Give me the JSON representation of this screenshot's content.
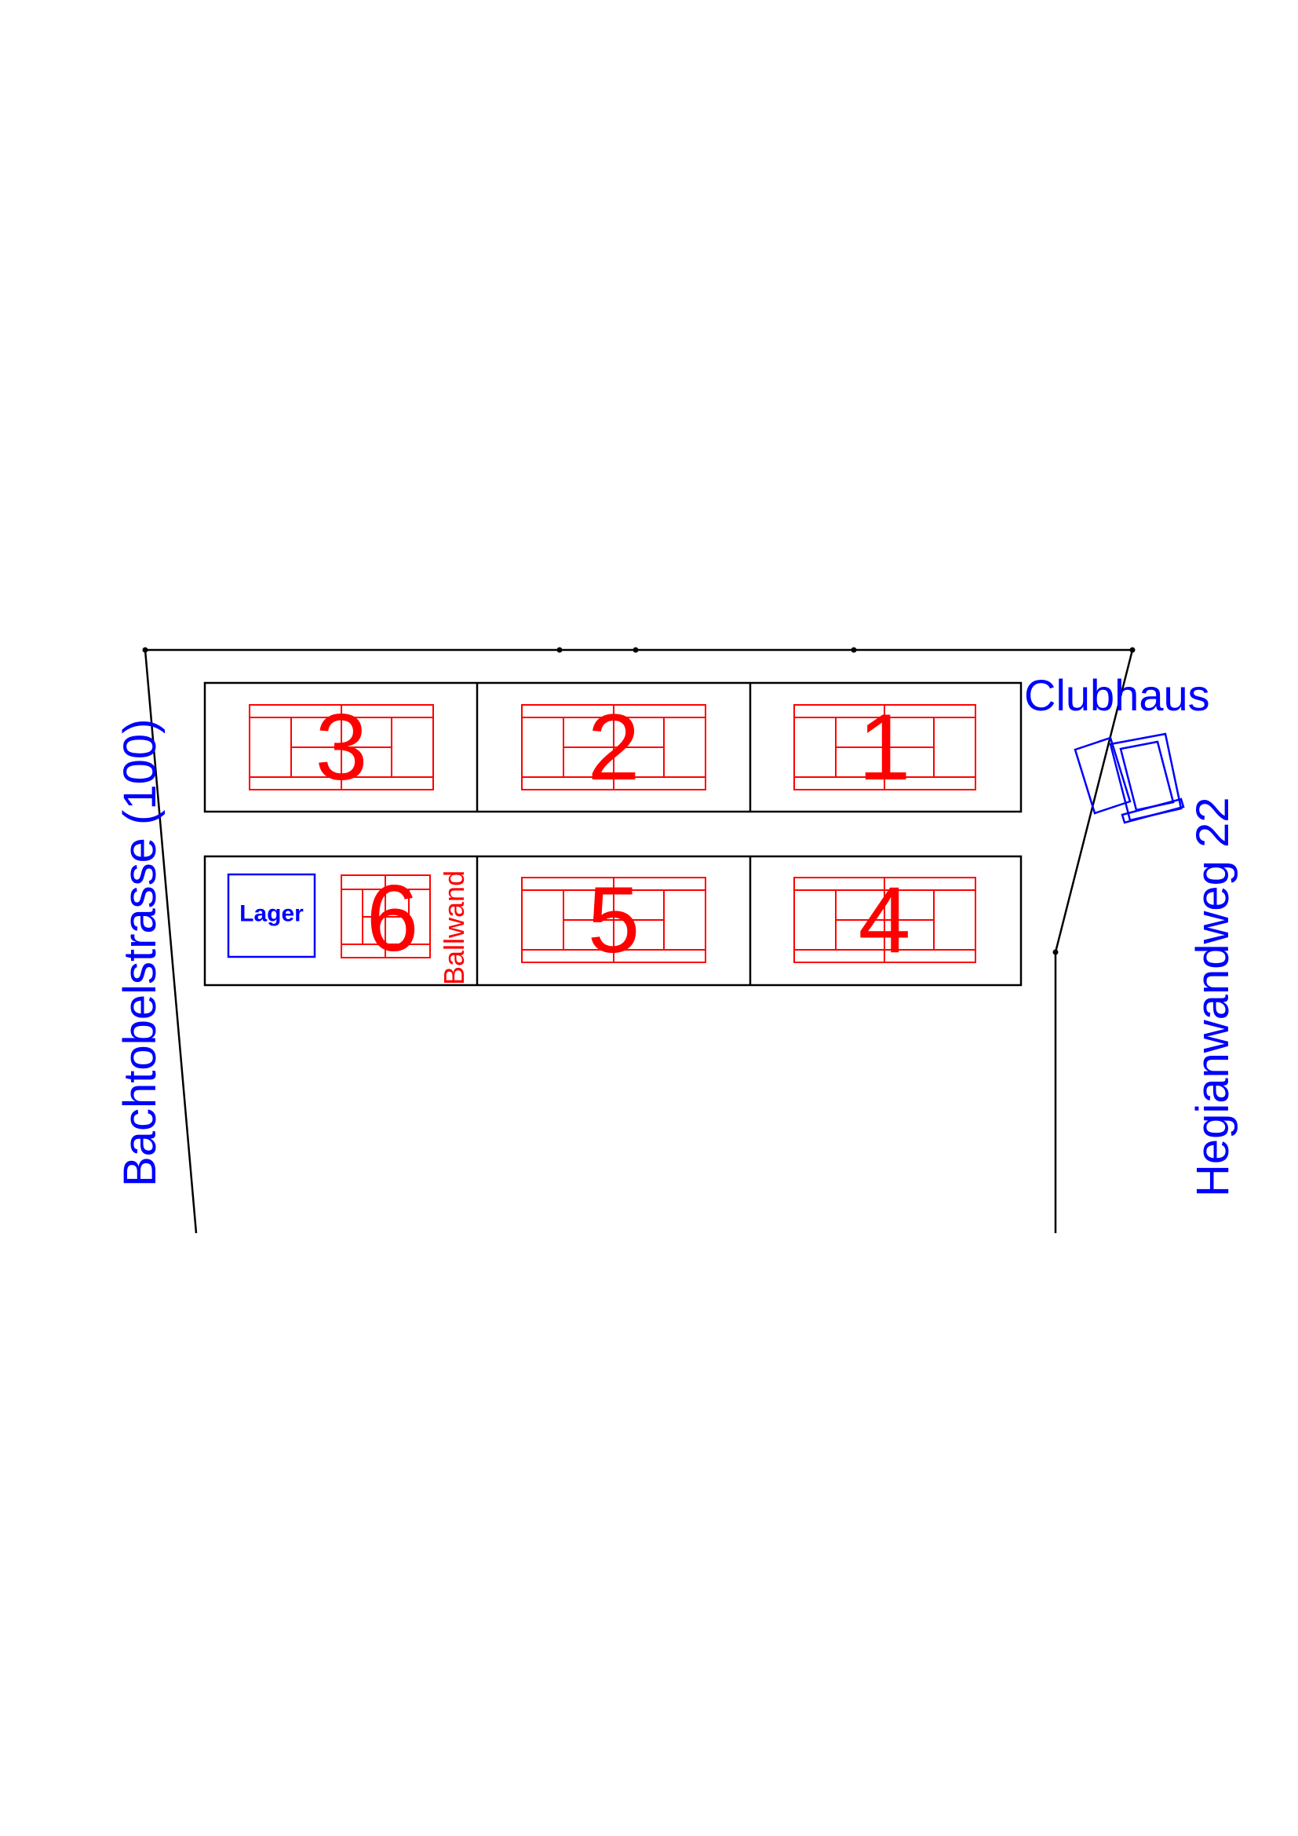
{
  "colors": {
    "court": "#ff0000",
    "label": "#0000ff",
    "boundary": "#000000"
  },
  "streets": {
    "west": "Bachtobelstrasse  (100)",
    "east": "Hegianwandweg 22"
  },
  "clubhaus_label": "Clubhaus",
  "lager_label": "Lager",
  "ballwand_label": "Ballwand",
  "courts": [
    "1",
    "2",
    "3",
    "4",
    "5",
    "6"
  ]
}
